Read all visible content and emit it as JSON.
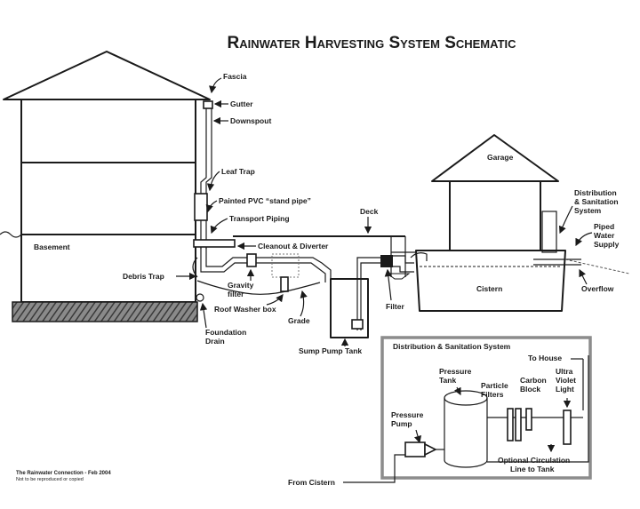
{
  "title": "Rainwater Harvesting System Schematic",
  "labels": {
    "fascia": "Fascia",
    "gutter": "Gutter",
    "downspout": "Downspout",
    "leaf_trap": "Leaf Trap",
    "painted_pvc": "Painted PVC “stand pipe”",
    "transport_piping": "Transport Piping",
    "deck": "Deck",
    "basement": "Basement",
    "cleanout": "Cleanout & Diverter",
    "debris_trap": "Debris Trap",
    "gravity_filter_1": "Gravity",
    "gravity_filter_2": "filter",
    "roof_washer": "Roof Washer box",
    "grade": "Grade",
    "foundation_1": "Foundation",
    "foundation_2": "Drain",
    "sump_pump_tank": "Sump Pump Tank",
    "filter": "Filter",
    "cistern": "Cistern",
    "garage": "Garage",
    "distribution_1": "Distribution",
    "distribution_2": "& Sanitation",
    "distribution_3": "System",
    "piped_1": "Piped",
    "piped_2": "Water",
    "piped_3": "Supply",
    "overflow": "Overflow",
    "from_cistern": "From Cistern"
  },
  "inset": {
    "title": "Distribution & Sanitation System",
    "to_house": "To House",
    "pressure_tank_1": "Pressure",
    "pressure_tank_2": "Tank",
    "particle_1": "Particle",
    "particle_2": "Filters",
    "carbon_1": "Carbon",
    "carbon_2": "Block",
    "uv_1": "Ultra",
    "uv_2": "Violet",
    "uv_3": "Light",
    "pump_1": "Pressure",
    "pump_2": "Pump",
    "circulation_1": "Optional Circulation",
    "circulation_2": "Line to Tank"
  },
  "credit": {
    "line1": "The Rainwater Connection - Feb 2004",
    "line2": "Not to be reproduced or copied"
  }
}
